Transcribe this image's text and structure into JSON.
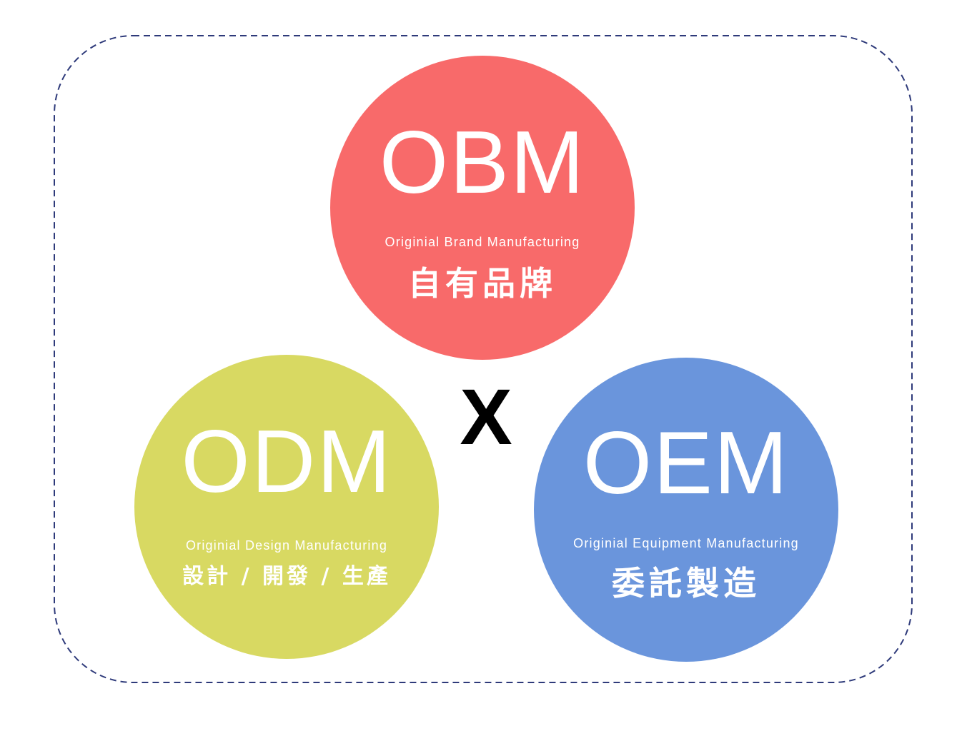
{
  "diagram": {
    "connector": "X",
    "border_color": "#2e3a7a",
    "circles": [
      {
        "id": "obm",
        "abbr": "OBM",
        "english": "Originial Brand Manufacturing",
        "chinese": "自有品牌",
        "color": "#f86a6a"
      },
      {
        "id": "odm",
        "abbr": "ODM",
        "english": "Originial Design Manufacturing",
        "chinese": "設計 / 開發 / 生產",
        "color": "#d8d962"
      },
      {
        "id": "oem",
        "abbr": "OEM",
        "english": "Originial Equipment Manufacturing",
        "chinese": "委託製造",
        "color": "#6a95dc"
      }
    ]
  }
}
